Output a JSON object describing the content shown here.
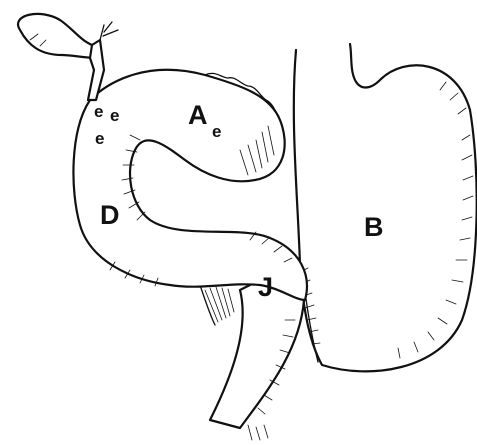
{
  "labels": {
    "a": "A",
    "b": "B",
    "d": "D",
    "j": "J",
    "e1": "e",
    "e2": "e",
    "e3": "e",
    "e4": "e"
  }
}
